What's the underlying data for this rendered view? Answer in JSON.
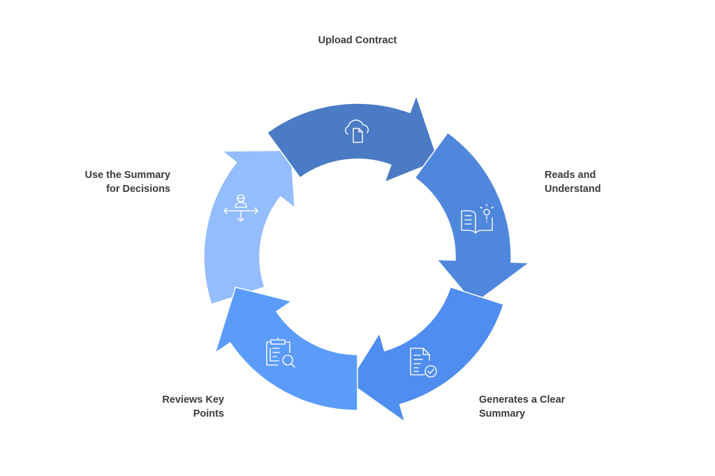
{
  "title": "Contract summary cycle",
  "steps": [
    {
      "label_lines": [
        "Upload Contract"
      ],
      "icon": "cloud-document-icon",
      "color": "#4a7bc4"
    },
    {
      "label_lines": [
        "Reads and",
        "Understand"
      ],
      "icon": "book-lightbulb-icon",
      "color": "#4f87dc"
    },
    {
      "label_lines": [
        "Generates a Clear",
        "Summary"
      ],
      "icon": "document-check-icon",
      "color": "#4f8df0"
    },
    {
      "label_lines": [
        "Reviews Key",
        "Points"
      ],
      "icon": "clipboard-search-icon",
      "color": "#5b9cfb"
    },
    {
      "label_lines": [
        "Use the Summary",
        "for Decisions"
      ],
      "icon": "person-decision-icon",
      "color": "#93bdfd"
    }
  ]
}
